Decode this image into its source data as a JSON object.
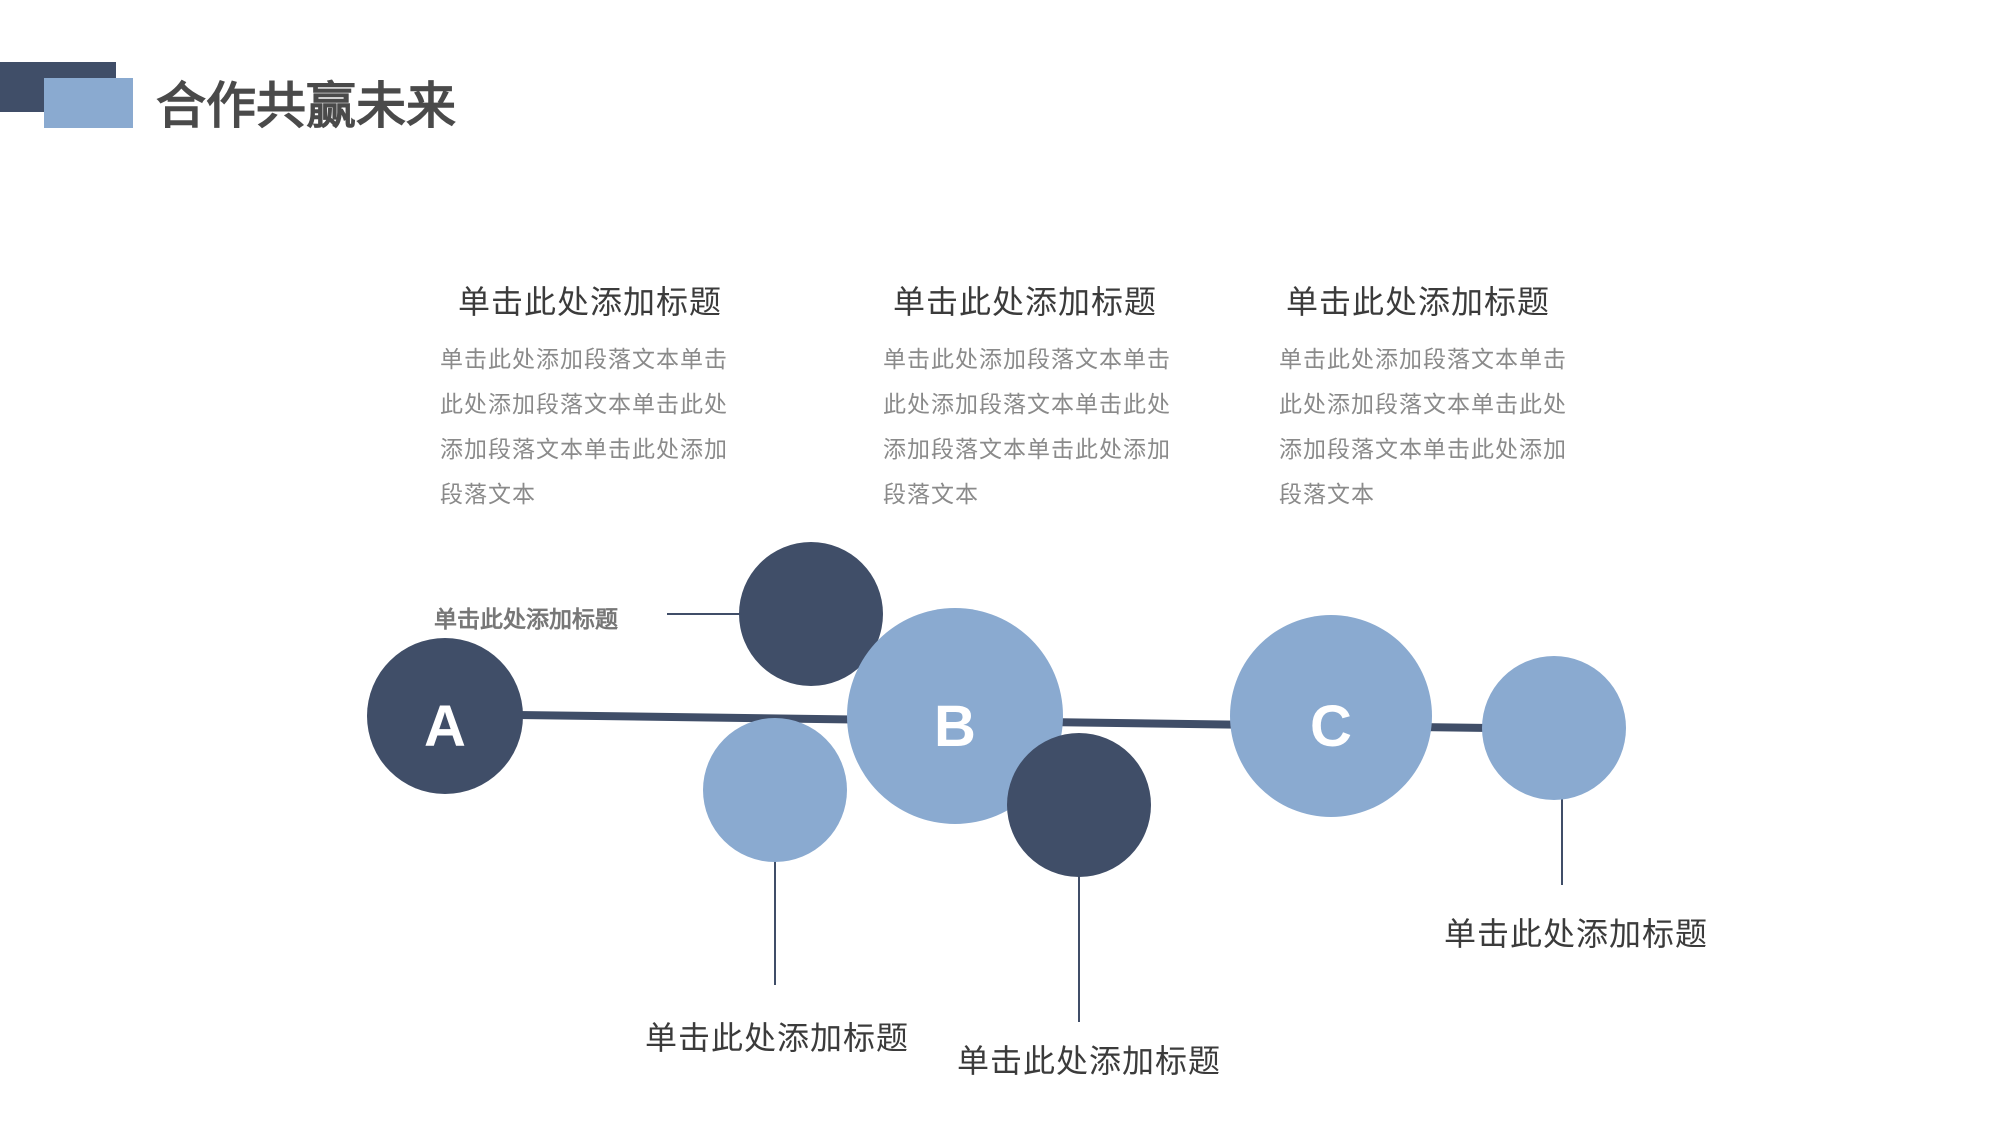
{
  "header": {
    "title": "合作共赢未来",
    "colors": {
      "dark": "#404e68",
      "light": "#8aaad0"
    }
  },
  "columns": [
    {
      "title": "单击此处添加标题",
      "body": "单击此处添加段落文本单击此处添加段落文本单击此处添加段落文本单击此处添加段落文本"
    },
    {
      "title": "单击此处添加标题",
      "body": "单击此处添加段落文本单击此处添加段落文本单击此处添加段落文本单击此处添加段落文本"
    },
    {
      "title": "单击此处添加标题",
      "body": "单击此处添加段落文本单击此处添加段落文本单击此处添加段落文本单击此处添加段落文本"
    }
  ],
  "diagram": {
    "nodes": [
      {
        "letter": "A"
      },
      {
        "letter": "B"
      },
      {
        "letter": "C"
      }
    ],
    "labels": {
      "top_left": "单击此处添加标题",
      "bottom_1": "单击此处添加标题",
      "bottom_2": "单击此处添加标题",
      "right": "单击此处添加标题"
    },
    "colors": {
      "dark": "#404e68",
      "light": "#8aaad0",
      "connector": "#404e68"
    }
  }
}
